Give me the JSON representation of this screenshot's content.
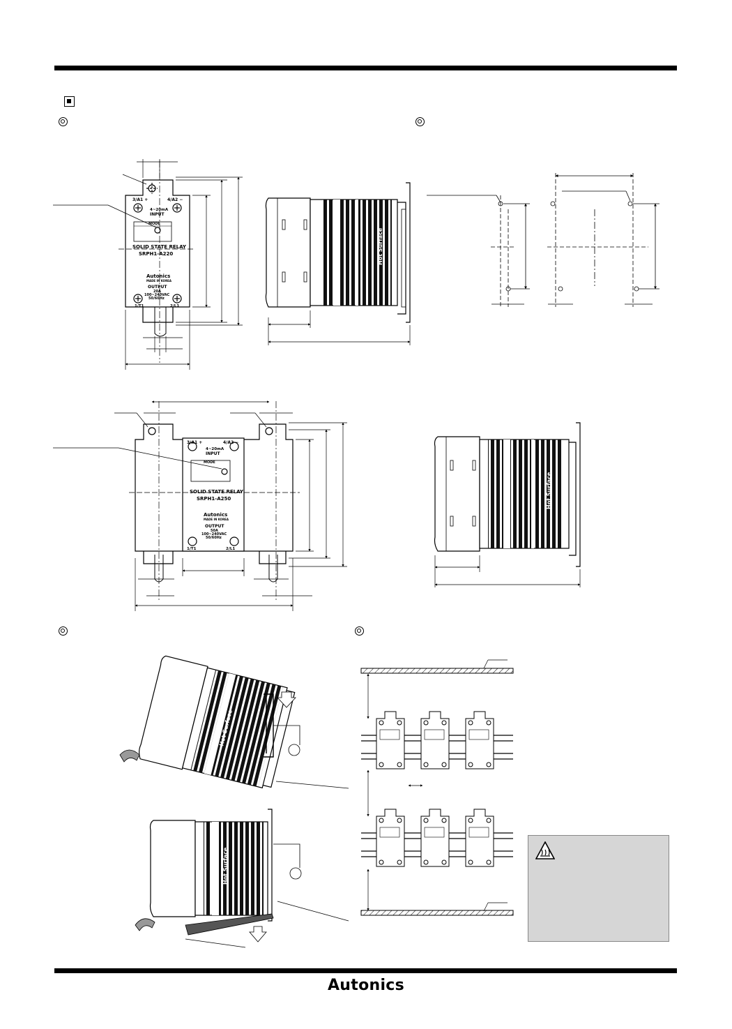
{
  "header": {
    "section_icon": "square-bullet-icon"
  },
  "relay_top": {
    "terminal_a1": "3/A1 +",
    "terminal_a2": "4/A2 −",
    "input_label": "4~20mA",
    "input_word": "INPUT",
    "mode_label": "MODE",
    "type_label": "SOLID STATE RELAY",
    "model": "SRPH1-A220",
    "maker": "Autonics",
    "made_in": "MADE IN KOREA",
    "output_label": "OUTPUT",
    "output_current": "20A",
    "output_voltage": "100~240VAC",
    "output_freq": "50/60Hz",
    "terminal_t1": "1/T1",
    "terminal_l1": "2/L1"
  },
  "relay_large": {
    "terminal_a1": "3/A1 +",
    "terminal_a2": "4/A2 −",
    "input_label": "4~20mA",
    "input_word": "INPUT",
    "mode_label": "MODE",
    "type_label": "SOLID STATE RELAY",
    "model": "SRPH1-A250",
    "maker": "Autonics",
    "made_in": "MADE IN KOREA",
    "output_label": "OUTPUT",
    "output_current": "50A",
    "output_voltage": "100~240VAC",
    "output_freq": "50/60Hz",
    "terminal_t1": "1/T1",
    "terminal_l1": "2/L1"
  },
  "heatsink_label": "Hot Surface",
  "footer": {
    "brand": "Autonics"
  }
}
